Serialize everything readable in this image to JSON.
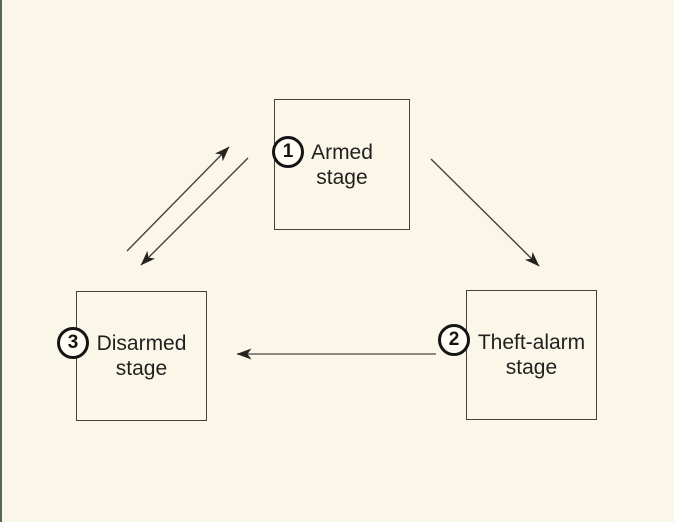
{
  "figure": {
    "type": "state-diagram",
    "background_color": "#faf6e8",
    "left_edge_bar_color": "#4f6b51",
    "box_border_color": "#45423c",
    "arrow_color": "#46423e",
    "arrowhead_color": "#262220",
    "text_color": "#231f20",
    "circle_fill_color": "#fffdf4"
  },
  "stages": [
    {
      "number": "1",
      "name": "Armed stage",
      "label_line1": "Armed",
      "label_line2": "stage"
    },
    {
      "number": "2",
      "name": "Theft-alarm stage",
      "label_line1": "Theft-alarm",
      "label_line2": "stage"
    },
    {
      "number": "3",
      "name": "Disarmed stage",
      "label_line1": "Disarmed",
      "label_line2": "stage"
    }
  ],
  "transitions": [
    {
      "from": "Disarmed stage",
      "to": "Armed stage"
    },
    {
      "from": "Armed stage",
      "to": "Disarmed stage"
    },
    {
      "from": "Armed stage",
      "to": "Theft-alarm stage"
    },
    {
      "from": "Theft-alarm stage",
      "to": "Disarmed stage"
    }
  ]
}
